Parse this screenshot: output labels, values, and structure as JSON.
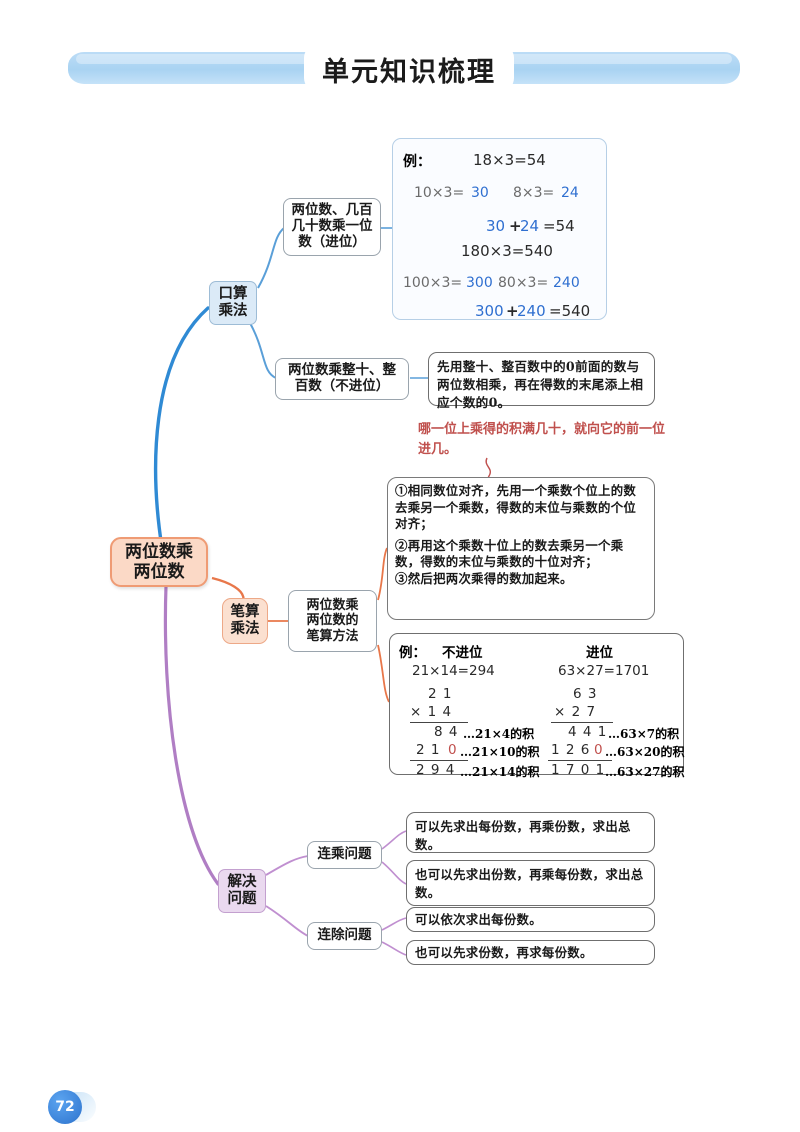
{
  "header": {
    "title": "单元知识梳理"
  },
  "page": {
    "number": "72"
  },
  "root": {
    "label": "两位数乘\n两位数"
  },
  "colors": {
    "branch_oral": "#2f8ad4",
    "branch_written": "#e8774a",
    "branch_problem": "#b07ec4",
    "root_fill": "#fbd9c6",
    "root_border": "#ef9b74",
    "accent_blue_text": "#2f6fd0",
    "accent_red_text": "#c0504d",
    "title_bar": "#a9d3f2"
  },
  "branches": {
    "oral": {
      "label": "口算\n乘法",
      "children": [
        {
          "label": "两位数、几百\n几十数乘一位\n数（进位）"
        },
        {
          "label": "两位数乘整十、整\n百数（不进位）",
          "desc": "先用整十、整百数中的0前面的数与两位数相乘，再在得数的末尾添上相应个数的0。"
        }
      ]
    },
    "written": {
      "label": "笔算\n乘法",
      "child": {
        "label": "两位数乘\n两位数的\n笔算方法"
      },
      "method_lines": [
        "①相同数位对齐，先用一个乘数个位上的数去乘另一个乘数，得数的末位与乘数的个位对齐；",
        "②再用这个乘数十位上的数去乘另一个乘数，得数的末位与乘数的十位对齐；",
        "③然后把两次乘得的数加起来。"
      ],
      "carry_note": "哪一位上乘得的积满几十，就向它的前一位进几。"
    },
    "problem": {
      "label": "解决\n问题",
      "children": [
        {
          "label": "连乘问题",
          "descs": [
            "可以先求出每份数，再乘份数，求出总数。",
            "也可以先求出份数，再乘每份数，求出总数。"
          ]
        },
        {
          "label": "连除问题",
          "descs": [
            "可以依次求出每份数。",
            "也可以先求份数，再求每份数。"
          ]
        }
      ]
    }
  },
  "oral_example": {
    "label": "例：",
    "group1": {
      "top": "18×3=54",
      "left": "10×3=",
      "left_result": "30",
      "right": "8×3=",
      "right_result": "24",
      "sum_a": "30",
      "plus": "+",
      "sum_b": "24",
      "sum_eq": "=54"
    },
    "group2": {
      "top": "180×3=540",
      "left": "100×3=",
      "left_result": "300",
      "right": "80×3=",
      "right_result": "240",
      "sum_a": "300",
      "plus": "+",
      "sum_b": "240",
      "sum_eq": "=540"
    }
  },
  "written_example": {
    "label": "例：",
    "col_headers": [
      "不进位",
      "进位"
    ],
    "left": {
      "equation": "21×14=294",
      "multiplicand": "2 1",
      "multiplier": "× 1 4",
      "partial1": "8 4",
      "partial1_note": "…21×4的积",
      "partial2": "2 1",
      "partial2_zero": "0",
      "partial2_note": "…21×10的积",
      "total": "2 9 4",
      "total_note": "…21×14的积"
    },
    "right": {
      "equation": "63×27=1701",
      "multiplicand": "6 3",
      "multiplier": "× 2 7",
      "partial1": "4 4 1",
      "partial1_note": "…63×7的积",
      "partial2": "1 2 6",
      "partial2_zero": "0",
      "partial2_note": "…63×20的积",
      "total": "1 7 0 1",
      "total_note": "…63×27的积"
    }
  }
}
